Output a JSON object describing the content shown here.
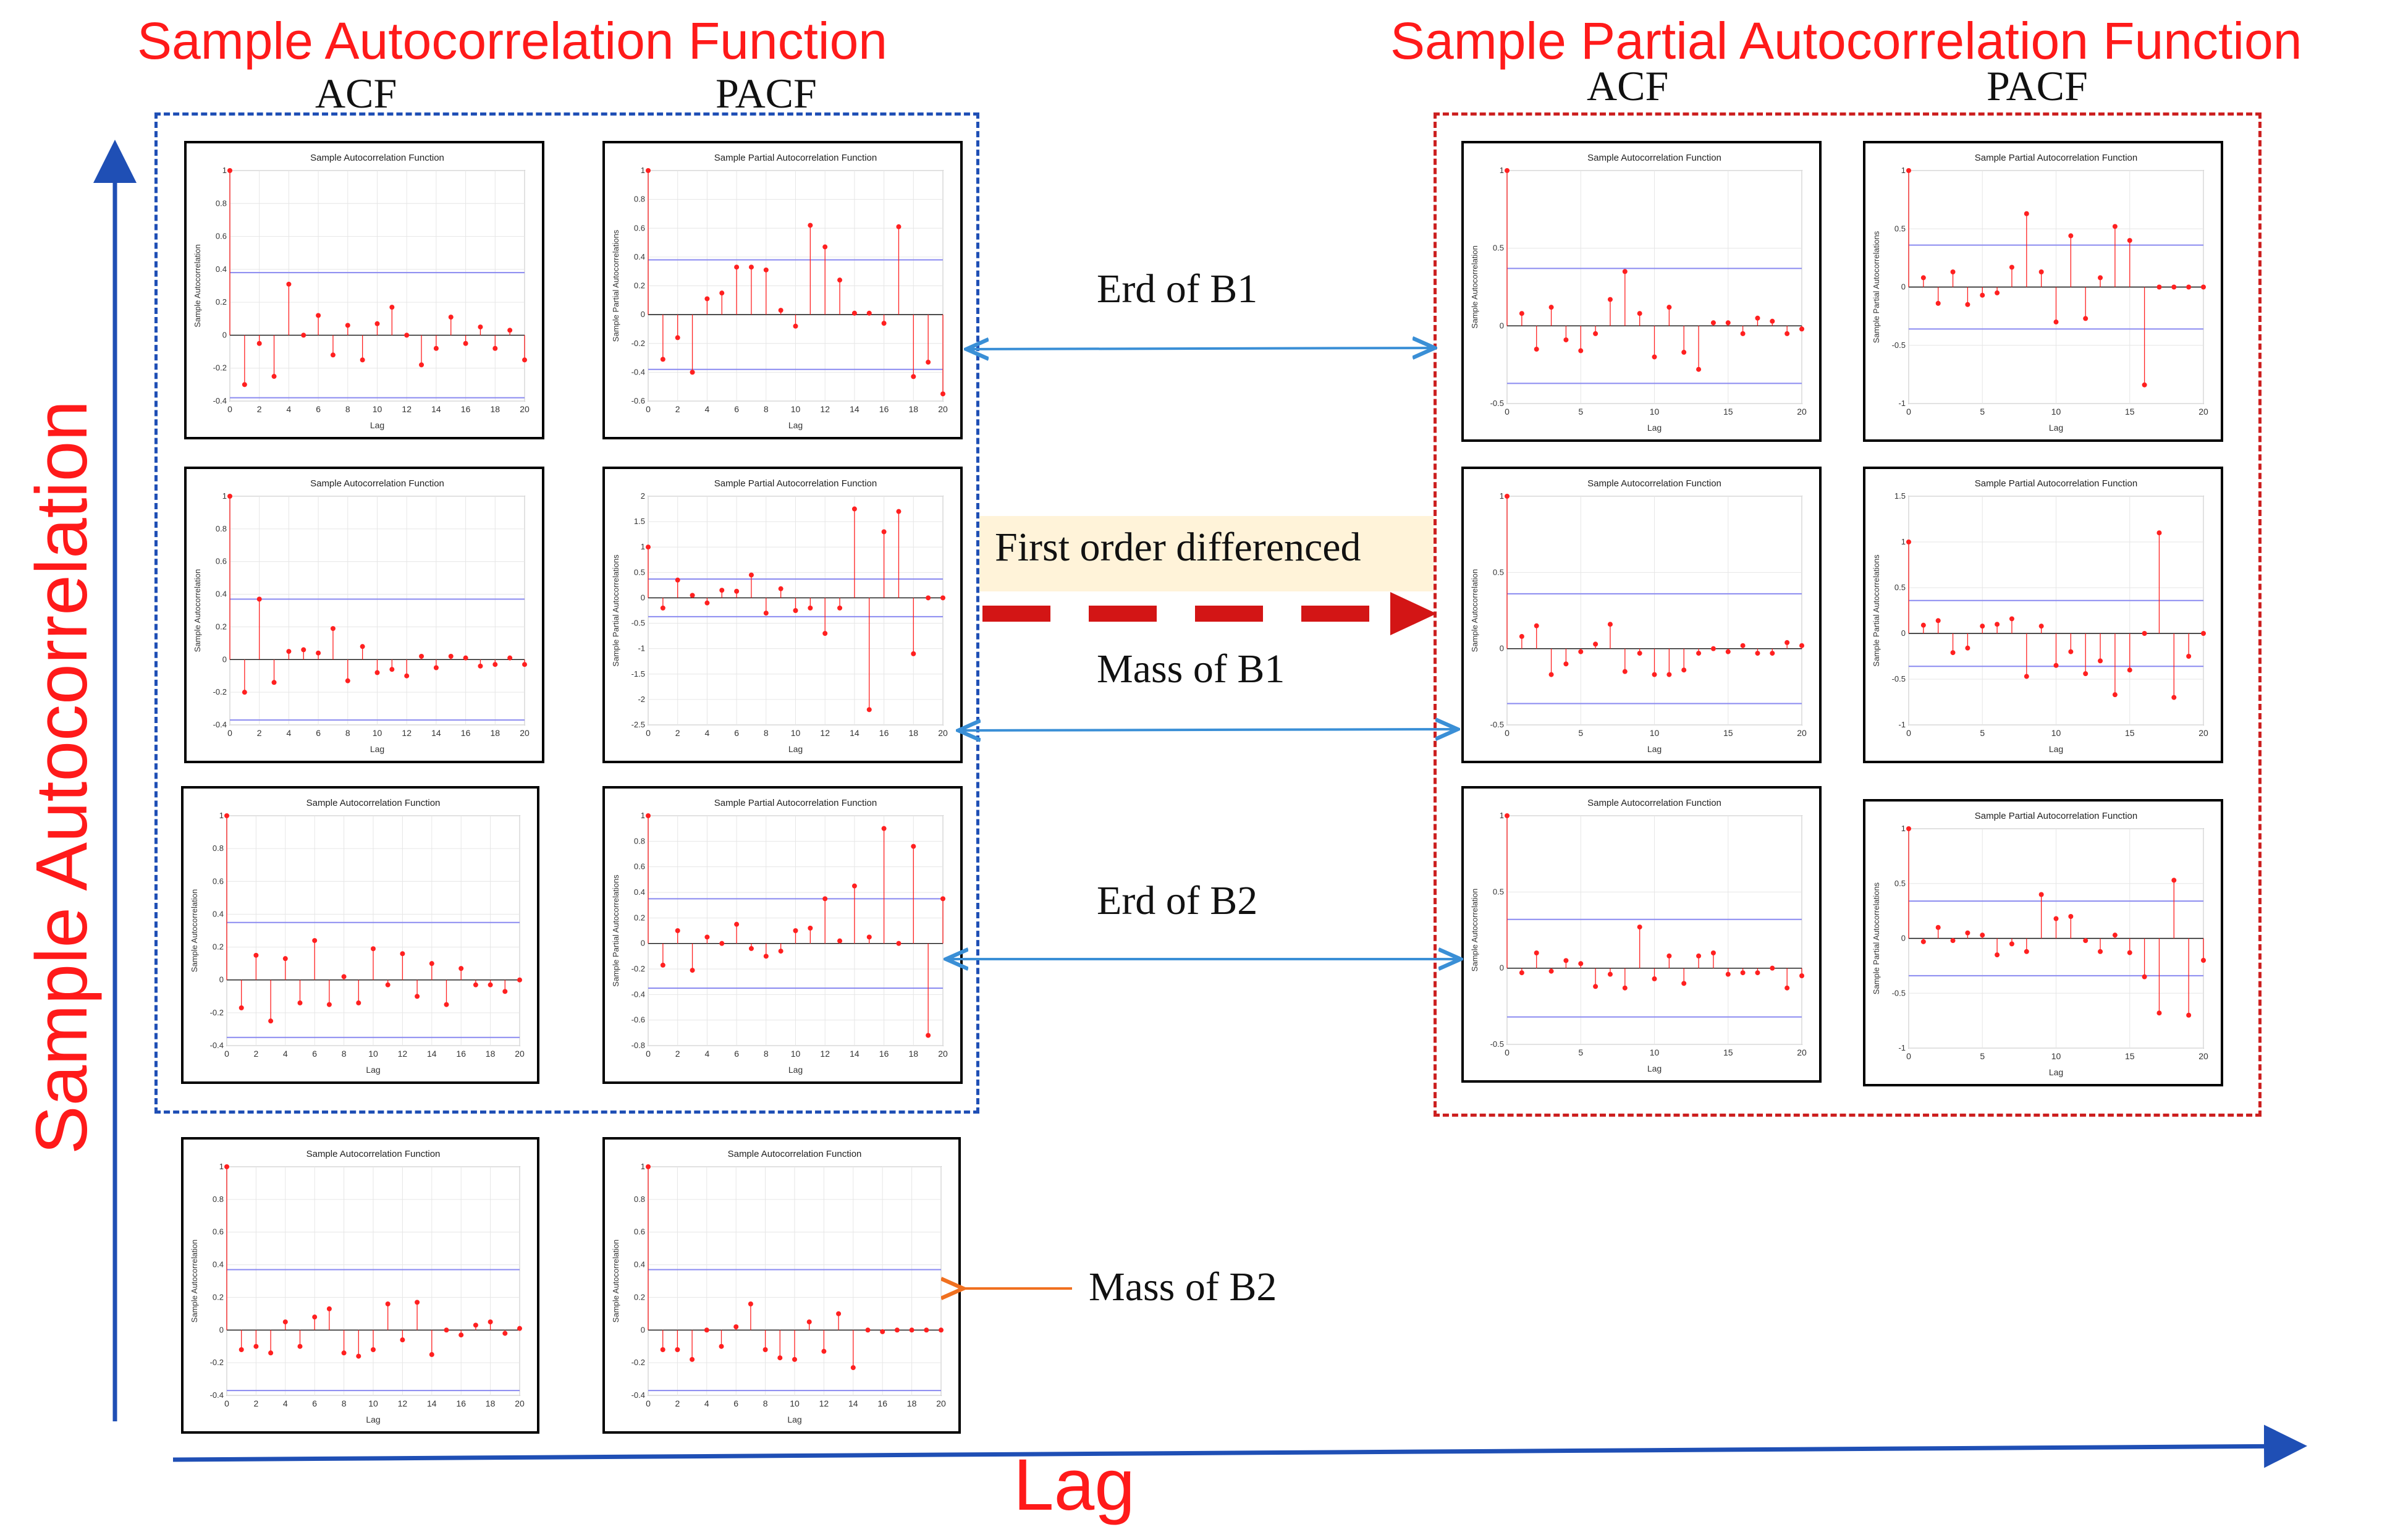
{
  "titles": {
    "left_heading": "Sample  Autocorrelation Function",
    "right_heading": "Sample Partial Autocorrelation Function",
    "left_acf": "ACF",
    "left_pacf": "PACF",
    "right_acf": "ACF",
    "right_pacf": "PACF",
    "y_axis": "Sample  Autocorrelation",
    "x_axis": "Lag"
  },
  "annotations": {
    "erd_b1": "Erd of B1",
    "mass_b1": "Mass of B1",
    "erd_b2": "Erd of B2",
    "mass_b2": "Mass of B2",
    "first_order": "First order differenced"
  },
  "colors": {
    "heading_red": "#ff1a1a",
    "axis_blue": "#1f4fb5",
    "left_box_blue": "#1f4fb5",
    "right_box_red": "#cc2020",
    "stem_red": "#ff2020",
    "bound_blue": "#8a8af0",
    "arrow_light_blue": "#3a8fd6",
    "arrow_orange": "#f07020",
    "diff_arrow_red": "#d31515",
    "banner_bg": "#fff3d9"
  },
  "chart_data": [
    {
      "id": "l_r1_acf",
      "type": "stem",
      "title": "Sample Autocorrelation Function",
      "xlabel": "Lag",
      "ylabel": "Sample Autocorrelation",
      "xlim": [
        0,
        20
      ],
      "ylim": [
        -0.4,
        1
      ],
      "bound": 0.38,
      "xticks": [
        0,
        2,
        4,
        6,
        8,
        10,
        12,
        14,
        16,
        18,
        20
      ],
      "yticks": [
        -0.4,
        -0.2,
        0,
        0.2,
        0.4,
        0.6,
        0.8,
        1
      ],
      "x": [
        0,
        1,
        2,
        3,
        4,
        5,
        6,
        7,
        8,
        9,
        10,
        11,
        12,
        13,
        14,
        15,
        16,
        17,
        18,
        19,
        20
      ],
      "values": [
        1,
        -0.3,
        -0.05,
        -0.25,
        0.31,
        0,
        0.12,
        -0.12,
        0.06,
        -0.15,
        0.07,
        0.17,
        0,
        -0.18,
        -0.08,
        0.11,
        -0.05,
        0.05,
        -0.08,
        0.03,
        -0.15
      ]
    },
    {
      "id": "l_r1_pacf",
      "type": "stem",
      "title": "Sample Partial Autocorrelation Function",
      "xlabel": "Lag",
      "ylabel": "Sample Partial Autocorrelations",
      "xlim": [
        0,
        20
      ],
      "ylim": [
        -0.6,
        1
      ],
      "bound": 0.38,
      "xticks": [
        0,
        2,
        4,
        6,
        8,
        10,
        12,
        14,
        16,
        18,
        20
      ],
      "yticks": [
        -0.6,
        -0.4,
        -0.2,
        0,
        0.2,
        0.4,
        0.6,
        0.8,
        1
      ],
      "x": [
        0,
        1,
        2,
        3,
        4,
        5,
        6,
        7,
        8,
        9,
        10,
        11,
        12,
        13,
        14,
        15,
        16,
        17,
        18,
        19,
        20
      ],
      "values": [
        1,
        -0.31,
        -0.16,
        -0.4,
        0.11,
        0.15,
        0.33,
        0.33,
        0.31,
        0.03,
        -0.08,
        0.62,
        0.47,
        0.24,
        0.01,
        0.01,
        -0.06,
        0.61,
        -0.43,
        -0.33,
        -0.55
      ]
    },
    {
      "id": "l_r2_acf",
      "type": "stem",
      "title": "Sample Autocorrelation Function",
      "xlabel": "Lag",
      "ylabel": "Sample Autocorrelation",
      "xlim": [
        0,
        20
      ],
      "ylim": [
        -0.4,
        1
      ],
      "bound": 0.37,
      "xticks": [
        0,
        2,
        4,
        6,
        8,
        10,
        12,
        14,
        16,
        18,
        20
      ],
      "yticks": [
        -0.4,
        -0.2,
        0,
        0.2,
        0.4,
        0.6,
        0.8,
        1
      ],
      "x": [
        0,
        1,
        2,
        3,
        4,
        5,
        6,
        7,
        8,
        9,
        10,
        11,
        12,
        13,
        14,
        15,
        16,
        17,
        18,
        19,
        20
      ],
      "values": [
        1,
        -0.2,
        0.37,
        -0.14,
        0.05,
        0.06,
        0.04,
        0.19,
        -0.13,
        0.08,
        -0.08,
        -0.06,
        -0.1,
        0.02,
        -0.05,
        0.02,
        0.01,
        -0.04,
        -0.03,
        0.01,
        -0.03
      ]
    },
    {
      "id": "l_r2_pacf",
      "type": "stem",
      "title": "Sample Partial Autocorrelation Function",
      "xlabel": "Lag",
      "ylabel": "Sample Partial Autocorrelations",
      "xlim": [
        0,
        20
      ],
      "ylim": [
        -2.5,
        2
      ],
      "bound": 0.37,
      "xticks": [
        0,
        2,
        4,
        6,
        8,
        10,
        12,
        14,
        16,
        18,
        20
      ],
      "yticks": [
        -2.5,
        -2,
        -1.5,
        -1,
        -0.5,
        0,
        0.5,
        1,
        1.5,
        2
      ],
      "x": [
        0,
        1,
        2,
        3,
        4,
        5,
        6,
        7,
        8,
        9,
        10,
        11,
        12,
        13,
        14,
        15,
        16,
        17,
        18,
        19,
        20
      ],
      "values": [
        1,
        -0.2,
        0.35,
        0.05,
        -0.1,
        0.15,
        0.13,
        0.45,
        -0.3,
        0.18,
        -0.25,
        -0.2,
        -0.7,
        -0.2,
        1.75,
        -2.2,
        1.3,
        1.7,
        -1.1,
        0,
        0
      ]
    },
    {
      "id": "l_r3_acf",
      "type": "stem",
      "title": "Sample Autocorrelation Function",
      "xlabel": "Lag",
      "ylabel": "Sample Autocorrelation",
      "xlim": [
        0,
        20
      ],
      "ylim": [
        -0.4,
        1
      ],
      "bound": 0.35,
      "xticks": [
        0,
        2,
        4,
        6,
        8,
        10,
        12,
        14,
        16,
        18,
        20
      ],
      "yticks": [
        -0.4,
        -0.2,
        0,
        0.2,
        0.4,
        0.6,
        0.8,
        1
      ],
      "x": [
        0,
        1,
        2,
        3,
        4,
        5,
        6,
        7,
        8,
        9,
        10,
        11,
        12,
        13,
        14,
        15,
        16,
        17,
        18,
        19,
        20
      ],
      "values": [
        1,
        -0.17,
        0.15,
        -0.25,
        0.13,
        -0.14,
        0.24,
        -0.15,
        0.02,
        -0.14,
        0.19,
        -0.03,
        0.16,
        -0.1,
        0.1,
        -0.15,
        0.07,
        -0.03,
        -0.03,
        -0.07,
        0
      ]
    },
    {
      "id": "l_r3_pacf",
      "type": "stem",
      "title": "Sample Partial Autocorrelation Function",
      "xlabel": "Lag",
      "ylabel": "Sample Partial Autocorrelations",
      "xlim": [
        0,
        20
      ],
      "ylim": [
        -0.8,
        1
      ],
      "bound": 0.35,
      "xticks": [
        0,
        2,
        4,
        6,
        8,
        10,
        12,
        14,
        16,
        18,
        20
      ],
      "yticks": [
        -0.8,
        -0.6,
        -0.4,
        -0.2,
        0,
        0.2,
        0.4,
        0.6,
        0.8,
        1
      ],
      "x": [
        0,
        1,
        2,
        3,
        4,
        5,
        6,
        7,
        8,
        9,
        10,
        11,
        12,
        13,
        14,
        15,
        16,
        17,
        18,
        19,
        20
      ],
      "values": [
        1,
        -0.17,
        0.1,
        -0.21,
        0.05,
        0,
        0.15,
        -0.04,
        -0.1,
        -0.06,
        0.1,
        0.12,
        0.35,
        0.02,
        0.45,
        0.05,
        0.9,
        0,
        0.76,
        -0.72,
        0.35
      ]
    },
    {
      "id": "l_r4_acf",
      "type": "stem",
      "title": "Sample Autocorrelation Function",
      "xlabel": "Lag",
      "ylabel": "Sample Autocorrelation",
      "xlim": [
        0,
        20
      ],
      "ylim": [
        -0.4,
        1
      ],
      "bound": 0.37,
      "xticks": [
        0,
        2,
        4,
        6,
        8,
        10,
        12,
        14,
        16,
        18,
        20
      ],
      "yticks": [
        -0.4,
        -0.2,
        0,
        0.2,
        0.4,
        0.6,
        0.8,
        1
      ],
      "x": [
        0,
        1,
        2,
        3,
        4,
        5,
        6,
        7,
        8,
        9,
        10,
        11,
        12,
        13,
        14,
        15,
        16,
        17,
        18,
        19,
        20
      ],
      "values": [
        1,
        -0.12,
        -0.1,
        -0.14,
        0.05,
        -0.1,
        0.08,
        0.13,
        -0.14,
        -0.16,
        -0.12,
        0.16,
        -0.06,
        0.17,
        -0.15,
        0,
        -0.03,
        0.03,
        0.05,
        -0.02,
        0.01
      ]
    },
    {
      "id": "l_r4_pacf",
      "type": "stem",
      "title": "Sample Autocorrelation Function",
      "xlabel": "Lag",
      "ylabel": "Sample Autocorrelation",
      "xlim": [
        0,
        20
      ],
      "ylim": [
        -0.4,
        1
      ],
      "bound": 0.37,
      "xticks": [
        0,
        2,
        4,
        6,
        8,
        10,
        12,
        14,
        16,
        18,
        20
      ],
      "yticks": [
        -0.4,
        -0.2,
        0,
        0.2,
        0.4,
        0.6,
        0.8,
        1
      ],
      "x": [
        0,
        1,
        2,
        3,
        4,
        5,
        6,
        7,
        8,
        9,
        10,
        11,
        12,
        13,
        14,
        15,
        16,
        17,
        18,
        19,
        20
      ],
      "values": [
        1,
        -0.12,
        -0.12,
        -0.18,
        0,
        -0.1,
        0.02,
        0.16,
        -0.12,
        -0.17,
        -0.18,
        0.05,
        -0.13,
        0.1,
        -0.23,
        0,
        -0.01,
        0,
        0,
        0,
        0
      ]
    },
    {
      "id": "r_r1_acf",
      "type": "stem",
      "title": "Sample Autocorrelation Function",
      "xlabel": "Lag",
      "ylabel": "Sample Autocorrelation",
      "xlim": [
        0,
        20
      ],
      "ylim": [
        -0.5,
        1
      ],
      "bound": 0.37,
      "xticks": [
        0,
        5,
        10,
        15,
        20
      ],
      "yticks": [
        -0.5,
        0,
        0.5,
        1
      ],
      "x": [
        0,
        1,
        2,
        3,
        4,
        5,
        6,
        7,
        8,
        9,
        10,
        11,
        12,
        13,
        14,
        15,
        16,
        17,
        18,
        19,
        20
      ],
      "values": [
        1,
        0.08,
        -0.15,
        0.12,
        -0.09,
        -0.16,
        -0.05,
        0.17,
        0.35,
        0.08,
        -0.2,
        0.12,
        -0.17,
        -0.28,
        0.02,
        0.02,
        -0.05,
        0.05,
        0.03,
        -0.05,
        -0.02
      ]
    },
    {
      "id": "r_r1_pacf",
      "type": "stem",
      "title": "Sample Partial Autocorrelation Function",
      "xlabel": "Lag",
      "ylabel": "Sample Partial Autocorrelations",
      "xlim": [
        0,
        20
      ],
      "ylim": [
        -1,
        1
      ],
      "bound": 0.36,
      "xticks": [
        0,
        5,
        10,
        15,
        20
      ],
      "yticks": [
        -1,
        -0.5,
        0,
        0.5,
        1
      ],
      "x": [
        0,
        1,
        2,
        3,
        4,
        5,
        6,
        7,
        8,
        9,
        10,
        11,
        12,
        13,
        14,
        15,
        16,
        17,
        18,
        19,
        20
      ],
      "values": [
        1,
        0.08,
        -0.14,
        0.13,
        -0.15,
        -0.07,
        -0.05,
        0.17,
        0.63,
        0.13,
        -0.3,
        0.44,
        -0.27,
        0.08,
        0.52,
        0.4,
        -0.84,
        0,
        0,
        0,
        0
      ]
    },
    {
      "id": "r_r2_acf",
      "type": "stem",
      "title": "Sample Autocorrelation Function",
      "xlabel": "Lag",
      "ylabel": "Sample Autocorrelation",
      "xlim": [
        0,
        20
      ],
      "ylim": [
        -0.5,
        1
      ],
      "bound": 0.36,
      "xticks": [
        0,
        5,
        10,
        15,
        20
      ],
      "yticks": [
        -0.5,
        0,
        0.5,
        1
      ],
      "x": [
        0,
        1,
        2,
        3,
        4,
        5,
        6,
        7,
        8,
        9,
        10,
        11,
        12,
        13,
        14,
        15,
        16,
        17,
        18,
        19,
        20
      ],
      "values": [
        1,
        0.08,
        0.15,
        -0.17,
        -0.1,
        -0.02,
        0.03,
        0.16,
        -0.15,
        -0.03,
        -0.17,
        -0.17,
        -0.14,
        -0.03,
        0,
        -0.02,
        0.02,
        -0.03,
        -0.03,
        0.04,
        0.02
      ]
    },
    {
      "id": "r_r2_pacf",
      "type": "stem",
      "title": "Sample Partial Autocorrelation Function",
      "xlabel": "Lag",
      "ylabel": "Sample Partial Autocorrelations",
      "xlim": [
        0,
        20
      ],
      "ylim": [
        -1,
        1.5
      ],
      "bound": 0.36,
      "xticks": [
        0,
        5,
        10,
        15,
        20
      ],
      "yticks": [
        -1,
        -0.5,
        0,
        0.5,
        1,
        1.5
      ],
      "x": [
        0,
        1,
        2,
        3,
        4,
        5,
        6,
        7,
        8,
        9,
        10,
        11,
        12,
        13,
        14,
        15,
        16,
        17,
        18,
        19,
        20
      ],
      "values": [
        1,
        0.09,
        0.14,
        -0.21,
        -0.16,
        0.08,
        0.1,
        0.16,
        -0.47,
        0.08,
        -0.35,
        -0.2,
        -0.44,
        -0.3,
        -0.67,
        -0.4,
        0,
        1.1,
        -0.7,
        -0.25,
        0
      ]
    },
    {
      "id": "r_r3_acf",
      "type": "stem",
      "title": "Sample Autocorrelation Function",
      "xlabel": "Lag",
      "ylabel": "Sample Autocorrelation",
      "xlim": [
        0,
        20
      ],
      "ylim": [
        -0.5,
        1
      ],
      "bound": 0.32,
      "xticks": [
        0,
        5,
        10,
        15,
        20
      ],
      "yticks": [
        -0.5,
        0,
        0.5,
        1
      ],
      "x": [
        0,
        1,
        2,
        3,
        4,
        5,
        6,
        7,
        8,
        9,
        10,
        11,
        12,
        13,
        14,
        15,
        16,
        17,
        18,
        19,
        20
      ],
      "values": [
        1,
        -0.03,
        0.1,
        -0.02,
        0.05,
        0.03,
        -0.12,
        -0.04,
        -0.13,
        0.27,
        -0.07,
        0.08,
        -0.1,
        0.08,
        0.1,
        -0.04,
        -0.03,
        -0.03,
        0,
        -0.13,
        -0.05
      ]
    },
    {
      "id": "r_r3_pacf",
      "type": "stem",
      "title": "Sample Partial Autocorrelation Function",
      "xlabel": "Lag",
      "ylabel": "Sample Partial Autocorrelations",
      "xlim": [
        0,
        20
      ],
      "ylim": [
        -1,
        1
      ],
      "bound": 0.34,
      "xticks": [
        0,
        5,
        10,
        15,
        20
      ],
      "yticks": [
        -1,
        -0.5,
        0,
        0.5,
        1
      ],
      "x": [
        0,
        1,
        2,
        3,
        4,
        5,
        6,
        7,
        8,
        9,
        10,
        11,
        12,
        13,
        14,
        15,
        16,
        17,
        18,
        19,
        20
      ],
      "values": [
        1,
        -0.03,
        0.1,
        -0.02,
        0.05,
        0.03,
        -0.15,
        -0.05,
        -0.12,
        0.4,
        0.18,
        0.2,
        -0.02,
        -0.12,
        0.03,
        -0.13,
        -0.35,
        -0.68,
        0.53,
        -0.7,
        -0.2
      ]
    }
  ]
}
